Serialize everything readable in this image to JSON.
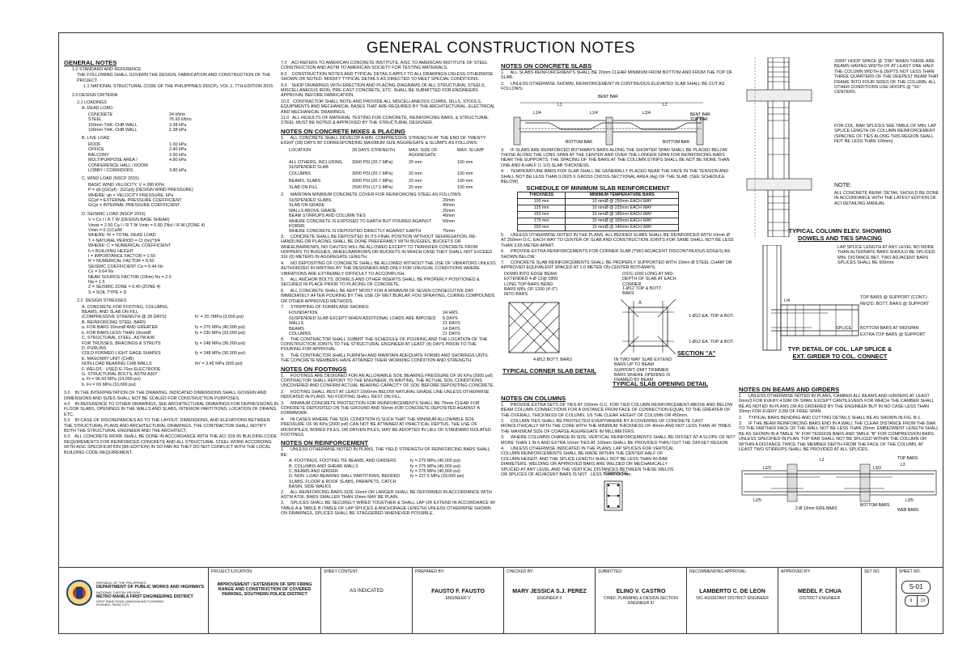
{
  "title": "GENERAL CONSTRUCTION NOTES",
  "general_notes": {
    "heading": "GENERAL NOTES",
    "s1": "1.0 STANDARD AND REFERENCE",
    "s1a": "THE FOLLOWING SHALL GOVERN THE DESIGN, FABRICATION AND CONSTRUCTION OF THE PROJECT.",
    "s1b": "1.1 NATIONAL STRUCTURAL CODE OF THE PHILIPPINES (NSCP), VOL.1, 7TH EDITION 2015",
    "s2": "2.0 DESIGN CRITERIA",
    "s21": "2.1 LOADINGS",
    "dead": "A. DEAD LOAD:",
    "dead_rows": [
      [
        "CONCRETE",
        "24 kN/m"
      ],
      [
        "STEEL",
        "76.93 kN/m"
      ],
      [
        "150mm THK. CHB WALL",
        "3.38 kPa"
      ],
      [
        "100mm THK. CHB WALL",
        "2.38 kPa"
      ]
    ],
    "live": "B. LIVE LOAD",
    "live_rows": [
      [
        "ROOF",
        "1.00 kPa"
      ],
      [
        "OFFICE",
        "2.40 kPa"
      ],
      [
        "BALCONY",
        "2.90 kPa"
      ],
      [
        "MULTIPURPOSE AREA /",
        "4.80 kPa"
      ],
      [
        "CONFERENCE HALL / ROOM",
        ""
      ],
      [
        "LOBBY / CORRIDORS",
        "3.80 kPa"
      ]
    ],
    "wind": "C. WIND LOAD (NSCP 2015)",
    "wind_lines": [
      "BASIC WIND VELOCITY, V = 280 KPH",
      "P = qh [(GCpf) - (GCpi)] (DESIGN WIND PRESSURE)",
      "WHERE:  qh = VELOCITY PRESSURE, kPa",
      "GCpf = EXTERNAL PRESSURE COEFFICIENT",
      "GCpi = INTERNAL PRESSURE COEFFICIENT"
    ],
    "seismic": "D. SEISMIC LOAD (NSCP 2015)",
    "seismic_lines": [
      "V = Cv I / R T  W    (DESIGN BASE SHEAR)",
      "Vmax = 2.50 Ca I / R T  W      Vmin = 0.80 ZNvI / R  W  (ZONE 4)",
      "Vmin = 0.11CaIW",
      "WHERE: W = TOTAL DEAD LOAD",
      "T = NATURAL PERIOD =  Ct (hn)^3/4",
      "WHERE: C = NUMERICAL COEFFICIENT",
      "h = BUILDING HEIGHT",
      "I = IMPORTANCE FACTOR = 1.50",
      "R = NUMERICAL FACTOR = 8.50",
      "SEISMIC COEFFICIENT    Ca = 0.44 Nv",
      "Cv = 0.64 Nv",
      "NEAR SOURCE FACTOR (10km) Nv = 2.0",
      "Na = 1.5",
      "Z = SEISMIC ZONE  = 0.40 (ZONE 4)",
      "S = SOIL TYPE = D"
    ],
    "s22": "2.2  DESIGN STRESSES",
    "stress_rows": [
      [
        "A. CONCRETE FOR FOOTING, COLUMNS,",
        ""
      ],
      [
        "BEAMS, AND SLAB ON FILL",
        ""
      ],
      [
        "(COMPRESSIVE STRENGTH @ 28 DAYS)",
        "fc' = 20.7MPa (3,000 psi)"
      ],
      [
        "B. REINFORCING STEEL BARS",
        ""
      ],
      [
        "a. FOR BARS 16mmØ AND GREATER",
        "fy = 275 MPa (40,000 psi)"
      ],
      [
        "b. FOR BARS LESS THAN 16mmØ",
        "fy = 230 MPa (33,000 psi)"
      ],
      [
        "C. STRUCTURAL STEEL, ASTM A36",
        ""
      ],
      [
        "FOR TRUSSES, BRACINGS & STRUTS",
        "fy = 248 MPa (36,000 psi)"
      ],
      [
        "D. PURLINS",
        ""
      ],
      [
        "COLD FORMED LIGHT GAGE SHAPES",
        "fy = 248 MPa (36,000 psi)"
      ],
      [
        "E. MASONRY UNIT (CHB)",
        ""
      ],
      [
        "NON-LOAD BEARING CHB WALLS",
        "fm' = 3.45 MPa (500 psi)"
      ],
      [
        "F. WELDS - USED E-70xx ELECTRODE",
        ""
      ],
      [
        "G. STRUCTURAL BOLTS, ASTM A307",
        ""
      ],
      [
        "a.     Ft = 96.60 MPa (14,000 psi)",
        ""
      ],
      [
        "b.     Fv = 69 MPa (10,000 psi)",
        ""
      ]
    ],
    "p30": "3.0    IN THE INTERPRETATION OF THE DRAWING, INDICATED DIMENSIONS SHALL GOVERN AND DIMENSIONS AND SIZES SHALL NOT BE SCALED FOR CONSTRUCTION PURPOSES.",
    "p40": "4.0    IN REFERENCE TO OTHER DRAWINGS, SEE ARCHITECTURAL DRAWINGS FOR DEPRESSIONS IN FLOOR SLABS, OPENINGS IN THE WALLS AND SLABS, INTERIOR PARTITIONS, LOCATION OF DRAINS, ETC.",
    "p50": "5.0    IN CASE OF DISCREPANCIES AS TO THE LAYOUT, DIMENSIONS, AND ELEVATIONS BETWEEN THE STRUCTURAL PLANS AND ARCHITECTURAL DRAWINGS, THE CONTRACTOR SHALL NOTIFY BOTH THE STRUCTURAL ENGINEER AND THE ARCHITECT.",
    "p60": "6.0    ALL CONCRETE WORK SHALL BE DONE IN ACCORDANCE WITH THE ACI 318-95 BUILDING CODE REQUIREMENTS FOR REINFORCED CONCRETE AND ALL STRUCTURAL STEEL WORK ACCORDING WITH AISC SPECIFICATION (9th EDITION) IN SO FAR AS THEY DO NOT CONFLICT WITH THE LOCAL BUILDING CODE REQUIREMENT."
  },
  "col2": {
    "p70": "7.0    ACI REFERS TO AMERICAN CONCRETE INSTITUTE, AISC TO AMERICAN INSTITUTE OF STEEL CONSTRUCTION AND ASTM TO AMERICAN SOCIETY FOR TESTING MATERIALS.",
    "p80": "8.0    CONSTRUCTION NOTES AND TYPICAL DETAILS APPLY TO ALL DRAWINGS UNLESS OTHERWISE SHOWN OR NOTED. MODIFY TYPICAL DETAILS AS DIRECTED TO MEET SPECIAL CONDITIONS.",
    "p90": "9.0    SHOP DRAWINGS WITH ERECTION AND PLACING DIAGRAMS OF ALL STRUCTURAL STEELS, MISCELLANEOUS IRON, PRE-CAST CONCRETE, ETC. SHALL BE SUBMITTED FOR ENGINEERS APPROVAL BEFORE FABRICATION.",
    "p100": "10.0   CONTRACTOR SHALL NOTE AND PROVIDE ALL MISCELLANEOUS CURBS, SILLS, STOOLS, EQUIPMENTS AND MECHANICAL BASES THAT ARE REQUIRED BY THE ARCHITECTURAL, ELECTRICAL AND MECHANICAL DRAWINGS.",
    "p110": "11.0   ALL RESULTS OF MATERIAL TESTING FOR CONCRETE, REINFORCING BARS, & STRUCTURAL STEEL MUST BE NOTED & APPROVED BY THE STRUCTURAL DESIGNER.",
    "mix_heading": "NOTES ON CONCRETE MIXES & PLACING",
    "mix1": "1.     ALL CONCRETE SHALL DEVELOP A MIN. COMPRESSIVE STRENGTH AT THE END OF TWENTY EIGHT (28) DAYS W/ CORRESPONDING MAXIMUM SIZE AGGREGATE & SLUMPS AS FOLLOWS:",
    "mix_header": [
      "LOCATION",
      "28 DAYS STRENGTH",
      "MAX. SIZE OF AGGREGATE",
      "MAX. SLUMP"
    ],
    "mix_rows": [
      [
        "ALL OTHERS, INCLUDING SUSPENDED SLAB",
        "3000 PSI (20.7 MPa)",
        "20 mm",
        "100 mm"
      ],
      [
        "COLUMNS",
        "3000 PSI (20.7 MPa)",
        "20 mm",
        "100 mm"
      ],
      [
        "BEAMS, SLABS",
        "3000 PSI (20.7 MPa)",
        "20 mm",
        "100 mm"
      ],
      [
        "SLAB ON FILL",
        "2500 PSI (17.5 MPa)",
        "20 mm",
        "100 mm"
      ]
    ],
    "mix2": "2.     MAINTAIN MINIMUM CONCRETE COVER FOR REINFORCING STEEL AS FOLLOWS:",
    "cover_rows": [
      [
        "SUSPENDED SLABS",
        "20mm"
      ],
      [
        "SLAB ON GRADE",
        "40mm"
      ],
      [
        "WALLS ABOVE GRADE",
        "25mm"
      ],
      [
        "BEAM STIRRUPS AND COLUMN TIES",
        "40mm"
      ],
      [
        "WHERE CONCRETE IS EXPOSED TO EARTH BUT POURED AGAINST FORMS",
        "50mm"
      ],
      [
        "WHERE CONCRETE IS DEPOSITED DIRECTLY AGAINST EARTH",
        "75mm"
      ]
    ],
    "mix3": "3.     CONCRETE SHALL BE DEPOSITED IN ITS FINAL POSITION WITHOUT SEGREGATION, RE-HANDLING OR PLACING SHALL BE DONE PREFERABLY WITH BUGGIES, BUCKETS OR WHEELBARROWS, NO CHUTES WILL BE ALLOWED EXCEPT TO TRANSFER CONCRETE FROM HOPPERS TO BUGGIES, WHEELBARROWS OR BUCKETS IN WHICH CASE THEY SHALL NOT EXCEED SIX (6) METERS IN AGGREGATE LENGTH.",
    "mix4": "4.     NO DEPOSITING OF CONCRETE SHALL BE ALLOWED WITHOUT THE USE OF VIBRATORS UNLESS AUTHORIZED IN WRITING BY THE DESIGNERS AND ONLY FOR UNUSUAL CONDITIONS WHERE VIBRATIONS ARE EXTREMELY DIFFICULT TO ACCOMPLISH.",
    "mix5": "5.     ALL ANCHOR BOLTS, DOWELS AND OTHER INSERTS SHALL BE PROPERLY POSITIONED & SECURED IN PLACE PRIOR TO PLACING OF CONCRETE.",
    "mix6": "6.     ALL CONCRETE SHALL BE KEPT MOIST FOR A MINIMUM OF SEVEN CONSECUTIVE DAY IMMEDIATELY AFTER POURING BY THE USE OF WET BURLAP, FOG SPRAYING, CURING COMPOUNDS OR OTHER APPROVED METHODS.",
    "mix7": "7.     STRIPPING OF FORMS AND SHORES:",
    "strip_rows": [
      [
        "FOUNDATION",
        "24 HRS"
      ],
      [
        "SUSPENDED SLAB EXCEPT WHEN ADDITIONAL LOADS ARE IMPOSED",
        "8 DAYS"
      ],
      [
        "WALLS",
        "21 DAYS"
      ],
      [
        "BEAMS",
        "14 DAYS"
      ],
      [
        "COLUMNS",
        "21 DAYS"
      ]
    ],
    "mix8": "8.     THE CONTRACTOR SHALL SUBMIT THE SCHEDULE OF POURING AND THE LOCATION OF THE CONSTRUCTION JOINTS TO THE STRUCTURAL ENGINEER AT LEAST (4) DAYS PRIOR TO THE POURING FOR APPROVAL.",
    "mix9": "9.     THE CONTRACTOR SHALL FURNISH AND MAINTAIN ADEQUATE FORMS AND SHORINGS UNTIL THE CONCRETE MEMBERS HAVE ATTAINED THEIR WORKING CONDITION AND STRENGTH.",
    "foot_heading": "NOTES ON FOOTINGS",
    "foot1": "1.     FOOTINGS ARE DESIGNED FOR AN ALLOWABLE SOIL BEARING PRESSURE OF 96 KPa (2000 psf). CONTRACTOR SHALL REPORT TO THE ENGINEER, IN WRITING, THE ACTUAL SOIL CONDITIONS UNCOVERED AND CONFIRM ACTUAL BEARING CAPACITY OF SOIL BEFORE DEPOSITING CONCRETE.",
    "foot2": "2.     FOOTING SHALL REST AT LEAST 1500mm BELOW NATURAL GRADE LINE UNLESS OTHERWISE INDICATED IN PLANS. NO FOOTING SHALL REST ON FILL.",
    "foot3": "3.     MINIMUM CONCRETE PROTECTION FOR REINFORCEMENTS SHALL BE 75mm CLEAR FOR CONCRETE DEPOSITED ON THE GROUND AND 50mm FOR CONCRETE DEPOSITED AGAINST A FORMWORK.",
    "foot4": "4.     IN CASES WHERE THE SOIL CONDITION IS SUCH THAT THE MINIMUM ALLOWABLE SOIL PRESSURE OF 96 KPa (2000 psf) CAN NOT BE ATTAINED AT PRACTICAL DEPTHS, THE USE OF MICROPILES, BORED PILES, OR DRIVEN PILES, MAY BE ADOPTED IN LIEU OF STANDARD ISOLATED FOOTINGS.",
    "reinf_heading": "NOTES ON REINFORCEMENT",
    "reinf1": "1.     UNLESS OTHERWISE NOTED IN PLANS, THE YIELD STRENGTH OF REINFORCING BARS SHALL BE:",
    "reinf_rows": [
      [
        "A. FOOTINGS, FOOTING TIE BEAMS, AND GIRDERS",
        "fy = 275 MPa (40,000 psi)"
      ],
      [
        "B. COLUMNS AND SHEAR WALLS",
        "fy = 275 MPa (40,000 psi)"
      ],
      [
        "C. BEAMS AND GIRDER",
        "fy = 275 MPa (40,000 psi)"
      ],
      [
        "D. NON -LOAD BEARING WALL PARTITIONS, BEDDED SLABS, FLOOR & ROOF SLABS, PARAPETS, CATCH BASIN, SIDE WALKS",
        "fy = 227.5 MPa (33,000 psi)"
      ]
    ],
    "reinf2": "2.     ALL REINFORCING BARS SIZE 10mm OR LARGER SHALL BE DEFORMED IN ACCORDANCE WITH ASTM A706. BARS SMALLER THAN 10mm MAY BE PLAIN.",
    "reinf3": "3.     SPLICES SHALL BE SECURELY WIRED TOGETHER & SHALL LAP OR EXTEND IN ACCORDANCE W/ TABLE A & TABLE B (TABLE OF LAP SPLICES & ANCHORAGE LENGTH) UNLESS OTHERWISE SHOWN ON DRAWINGS, SPLICES SHALL BE STAGGERED WHENEVER POSSIBLE."
  },
  "col3": {
    "slab_heading": "NOTES ON CONCRETE SLABS",
    "slab1": "1.     ALL SLABS REINFORCEMENTS SHALL BE 20mm CLEAR MINIMUM FROM BOTTOM AND FROM THE TOP OF SLAB.",
    "slab2": "2.     UNLESS OTHERWISE SHOWN, REINFORCEMENT IN CONTINUOUS ELEVATED SLAB SHALL BE CUT AS FOLLOWS:",
    "fig_labels": {
      "bent": "BENT BAR",
      "l1": "L1",
      "l2": "L2",
      "l14a": "L1/4",
      "l14b": "L1/4",
      "l24": "L2/4",
      "bent2": "BENT BAR",
      "top": "TOP BAR",
      "bottom1": "BOTTOM BAR",
      "bottom2": "BOTTOM BAR"
    },
    "slab3": "3.     IF SLABS ARE REINFORCED BOTHWAYS BARS ALONG THE SHORTER SPAN SHALL BE PLACED BELOW THOSE ALONG THE LONG SPAN AT THE CENTER AND OVER THE LONGER SPAN FOR REINFORCING BARS NEAR THE SUPPORTS. THE SPACING OF THE BARS AT THE COLUMN STRIPS SHALL BE NOT BE MORE THAN ONE AND A HALF (1 1/2) SLAB THICKNESS.",
    "slab4": "4.     TEMPERATURE BARS FOR SLAB SHALL BE GENERALLY PLACED NEAR THE FACE IN THE TENSION AND SHALL NOT BE LESS THAN 0.0025 X GROSS CROSS-SECTIONAL AREA (Ag) OF THE SLAB. (SEE SCHEDULE BELOW)",
    "sched_title": "SCHEDULE OF MINIMUM SLAB REINFORCEMENT",
    "sched_header": [
      "THICKNESS",
      "MINIMUM TEMPERATURE BARS"
    ],
    "sched_rows": [
      [
        "100 mm",
        "10 mmØ @ 250mm EACH WAY"
      ],
      [
        "125 mm",
        "10 mmØ @ 225mm EACH WAY"
      ],
      [
        "150 mm",
        "10 mmØ @ 185mm EACH WAY"
      ],
      [
        "175 mm",
        "10 mmØ @ 160mm EACH WAY"
      ],
      [
        "200 mm",
        "10 mmØ @ 140mm EACH WAY"
      ]
    ],
    "slab5": "5.     UNLESS OTHERWISE NOTED IN THE PLANS, ALL BEDDED SLABS SHALL BE REINFORCED WITH 10mm Ø AT 250mm O.C. EACH WAY TO CENTER OF SLAB AND CONSTRUCTION JOINTS FOR SAME SHALL NOT BE LESS THAN 3.65 METER APART.",
    "slab6": "6.     PROVIDE EXTRA REINFORCEMENTS FOR CORNER SLAB (TWO ADJACENT DISCONTINUOUS EDGES) AS SHOWN BELOW.",
    "slab7": "7.     CONCRETE SLAB REINFORCEMENTS SHALL BE PROPERLY SUPPORTED WITH 10mm Ø STEEL CHAIR OR APPROVED EQUIVALENT SPACED AT 1.0 METER ON CENTER BOTHWAYS.",
    "corner_note": "DOWN INTO EDGE BEAM. EXTENDED 4-Ø 12@ 1800 LONG TOP BARS BEND BARS MIN. OF 1200 (4'-0\") INTO BARS.",
    "corner_bott": "4-Ø12 BOTT. BARS",
    "corner_caption": "TYPICAL CORNER SLAB DETAIL",
    "open_note1": "OS'G 1000 LONG AT MID-DEPTH OF SLAB AT EACH CORNER",
    "open_note2": "1-Ø12 TOP & BOTT. BARS",
    "open_a": "A",
    "open_r1": "1-Ø12 EA. TOP & BOT.",
    "open_r2": "1-Ø12 EA. TOP & BOT.",
    "open_note3": "IN TWO WAY SLAB EXTEND BARS UP TO BEAM SUPPORT OMIT TRIMMER BARS WHERE OPENING IS FRAMED BY BEAM",
    "open_caption": "TYPICAL SLAB OPENING DETAIL",
    "section_a": "SECTION \"A\"",
    "col_heading": "NOTES ON COLUMNS",
    "col1": "1.     PROVIDE EXTRA SETS OF TIES AT 100mm O.C. FOR TIED COLUMN REINFORCEMENT ABOVE AND BELOW BEAM COLUMN CONNECTIONS FOR A DISTANCE FROM FACE OF CONNECTION EQUAL TO THE GREATER OF THE OVERALL THICKNESS OF COLUMN, 1/6 THE CLEAR HEIGHT OF COLUMN OR 450mm.",
    "col2": "2.     COLUMN TIES SHALL BE PROTECTED EVERYWHERE BY A COVERING OF CONCRETE CAST MONOLITHICALLY WITH THE CORE WITH THE MINIMUM THICKNESS OF 40mm AND NOT LESS THAN 40 TIMES THE MAXIMUM SIZE OF COARSE AGGREGATE IN MILLIMETERS.",
    "col3": "3.     WHERE COLUMNS CHANGE IN SIZE, VERTICAL REINFORCEMENTS SHALL BE OFFSET AT A SLOPE OF NOT MORE THAN 1 IN 6 AND EXTRA 10mm TIES AT 100mm SHALL BE PROVIDED THRU OUT THE OFFSET REGION.",
    "col4": "4.     UNLESS OTHERWISE INDICATED IN THE PLANS, LAP SPLICES FOR VERTICAL COLUMN REINFORCEMENTS SHALL BE MADE WITHIN THE CENTER HALF OF COLUMN HEIGHT. AND THE SPLICE LENGTH SHALL NOT BE LESS THAN 40 BAR DIAMETERS. WELDING OR APPROVED BARS ARE WELDED OR MECHANICALLY SPLICED AT ANY LEVEL AND THE VERTICAL DISTANCES BETWEEN THESE WELDS OR SPLICES OF ADJACENT BARS IS NOT   LESS THAN 600mm.",
    "cross_tie": "CROSS-TIE"
  },
  "col4": {
    "joint_note": "JOINT HOOP SPACE @ \"2Sh\" WHEN THERE ARE BEAMS HAVING WIDTH OF AT LEAST ONE HALF THE COLUMN WIDTH & DEPTS NOT LESS THAN THREE QUARTERS OF THE DEEPEST BEAM THAT FRAME INTO FOUR SIDES OF THE COLUMN. ALL OTHER CONDITIONS USE HOOPS @ \"Sh\" CENTERS.",
    "splice_note": "FOR COL. BAR SPLICES SEE TABLE OF MIN. LAP SPLICE LENGTH OF COLUMN REINFORCEMENT (SPACING OF TIES ALONG THIS REGION SHALL NOT BE LESS THAN 100mm)",
    "note_title": "NOTE:",
    "note_body": "ALL CONCRETE REINF. DETAIL SHOULD BE DONE IN ACCORDANCE WITH THE LATEST EDITION OF ACI DETAILING MANUAL",
    "elev_caption1": "TYPICAL COLUMN ELEV. SHOWING",
    "elev_caption2": "DOWELS AND TIES SPACING",
    "lap_note": "LAP SPLICE LENGTH AT ANY LEVEL NO MORE THAN ALTERNATE BARS SHOULD BE SPLICED. MIN. DISTANCE BET. TWO ADJACENT BARS SPLICES SHALL BE 600mm.",
    "l4": "L/4",
    "top_bars": "TOP BARS @ SUPPORT (CONT.)",
    "reqd_bott": "REQ'D. BOTT. BARS @ SUPPORT",
    "bottom_mid": "BOTTOM BARS AT MIDSPAN",
    "extra_top": "EXTRA TOP BARS @ SUPPORT",
    "splice": "SPLICE",
    "lap_caption1": "TYP. DETAIL OF COL. LAP SPLICE &",
    "lap_caption2": "EXT. GIRDER TO COL. CONNECT",
    "beam_heading": "NOTES ON BEAMS AND GIRDERS",
    "beam1": "1.     UNLESS OTHERWISE NOTED IN PLANS, CAMBER ALL BEAMS AND GIRDERS AT LEAST 6mm/3 FOR EVERY 4.50M OF SPAN. EXCEPT CANTILEVERS FOR WHICH THE CAMBER SHALL BE AS NOTED IN PLANS OR AS ORDERED BY THE ENGINEER BUT IN NO CASE LESS THAN 20mm FOR EVERY 3.0M OF FREE SPAN.",
    "beam2": "2.     TYPICAL BARS BENDING AND CUTTING DETAILS SHALL BE AS SHOWN IN FIG. B-1.",
    "beam3": "3.     IF THE BEAM REINFORCING BARS END IN A WALL THE CLEAR DISTANCE FROM THE BAR TO THE FARTHER FACE OF THE WALL NOT BE LESS THAN 25mm. EMBEDMENT LENGTH SHALL BE AS SHOWN IN A TABLE \"A\" FOR TENSION BARS AND TABLE \"B\" FOR COMPRESSION BARS UNLESS SPECIFIED IN PLAN. TOP BAR SHALL NOT BE SPLICED WITHIN THE COLUMN OR WITHIN A DISTANCE TWICE THE MEMBER DEPTH FROM THE FACE OF THE COLUMN. AT      LEAST TWO STIRRUPS SHALL BE PROVIDED AT ALL SPLICES.",
    "beam_fig": {
      "top_bars": "TOP BARS",
      "l2": "L2",
      "l23": "L2/3",
      "l3": "L3",
      "l33": "L3/3",
      "l25": "L2/5",
      "l35": "L3/5",
      "side": "2-Ø 12mm SIDE BARS",
      "bottom": "BOTTOM BARS",
      "web": "WEB BARS"
    }
  },
  "title_block": {
    "republic": "REPUBLIC OF THE PHILIPPINES",
    "dept": "DEPARTMENT OF PUBLIC WORKS AND HIGHWAYS",
    "region": "NATIONAL CAPITAL REGION",
    "district": "METRO MANILA FIRST ENGINEERING DISTRICT",
    "address1": "WEST BANK ROAD, MANGGAHAN FLOODWAY",
    "address2": "ROSARIO, PASIG CITY",
    "project_label": "PROJECT/LOCATION:",
    "project": "IMPROVEMENT / EXTENSION OF SPD FIRING RANGE AND CONSTRUCTION OF COVERED PARKING, SOUTHERN POLICE DISTRICT",
    "content_label": "SHEET CONTENT:",
    "content": "AS INDICATED",
    "prepared_label": "PREPARED BY:",
    "prepared": "FAUSTO F. FAUSTO",
    "prepared_title": "ENGINEER V",
    "checked_label": "CHECKED BY:",
    "checked": "MARY JESSICA S.J. PEREZ",
    "checked_title": "ENGINEER II",
    "submitted_label": "SUBMITTED:",
    "submitted": "ELINO V. CASTRO",
    "submitted_title1": "CHIEF, PLANNING & DESIGN SECTION",
    "submitted_title2": "ENGINEER III",
    "recommend_label": "RECOMMENDING APPROVAL:",
    "recommend": "LAMBERTO C. DE LEON",
    "recommend_title": "OIC-ASSISTANT DISTRICT ENGINEER",
    "approved_label": "APPROVED BY:",
    "approved": "MEDEL F. CHUA",
    "approved_title": "DISTRICT ENGINEER",
    "set_label": "SET NO.",
    "sheet_label": "SHEET NO.",
    "sheet_no": "S-01",
    "sheet_of_a": "9",
    "sheet_of_b": "13"
  }
}
